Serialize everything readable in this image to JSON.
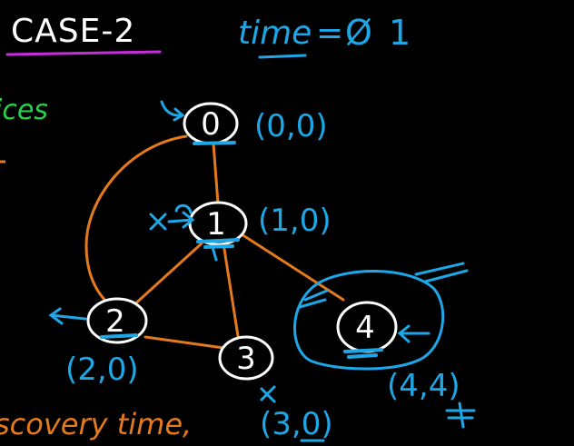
{
  "header": {
    "title": "CASE-2",
    "time_label": "time",
    "time_equals": "=",
    "time_struck": "Ø",
    "time_value": "1"
  },
  "margin_left": {
    "top_fragment": "ices",
    "bottom_fragment": "scovery time,"
  },
  "colors": {
    "background": "#000000",
    "white": "#ffffff",
    "blue": "#1ea7e6",
    "orange": "#e37a1d",
    "green": "#26d04a",
    "magenta": "#c72ddb"
  },
  "nodes": [
    {
      "label": "0",
      "tuple": "(0,0)"
    },
    {
      "label": "1",
      "tuple": "(1,0)"
    },
    {
      "label": "2",
      "tuple": "(2,0)"
    },
    {
      "label": "3",
      "tuple": "(3,0)"
    },
    {
      "label": "4",
      "tuple": "(4,4)"
    }
  ],
  "edges": [
    {
      "from": "0",
      "to": "1"
    },
    {
      "from": "0",
      "to": "2"
    },
    {
      "from": "1",
      "to": "2"
    },
    {
      "from": "1",
      "to": "3"
    },
    {
      "from": "1",
      "to": "4"
    },
    {
      "from": "2",
      "to": "3"
    }
  ]
}
